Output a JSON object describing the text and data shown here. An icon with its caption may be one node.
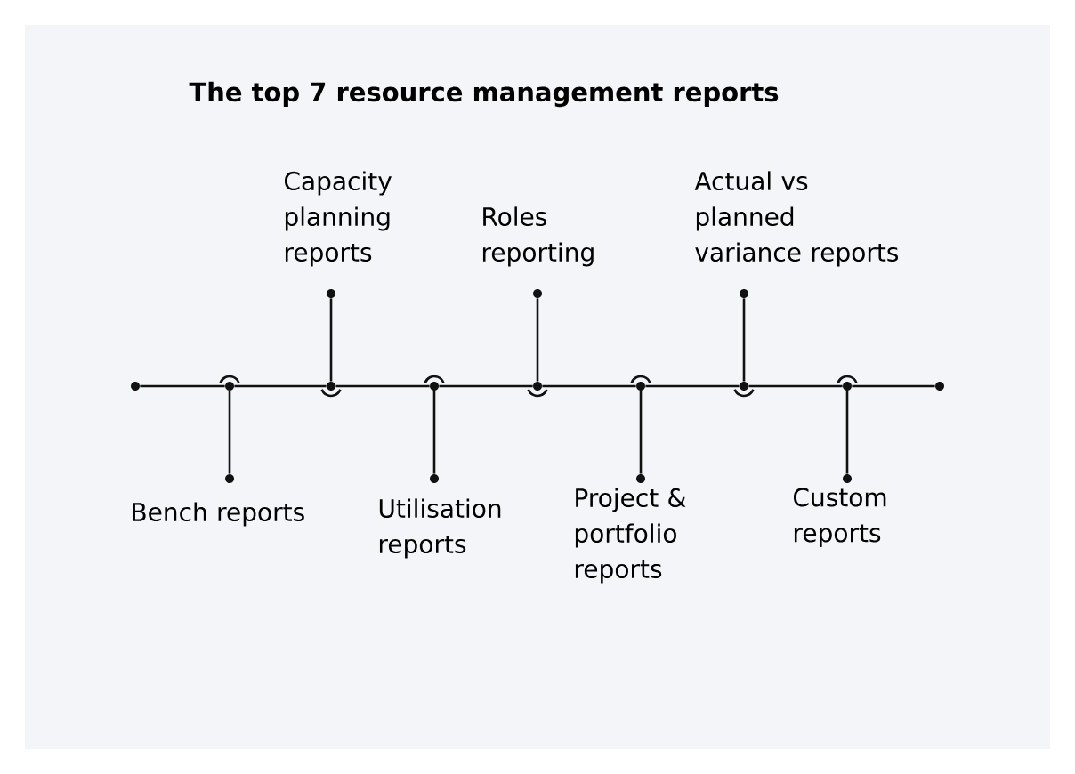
{
  "diagram": {
    "title": "The top 7 resource management reports",
    "nodes": [
      {
        "text": [],
        "shape": "circle"
      },
      {
        "text": [],
        "shape": "circle"
      },
      {
        "text": [],
        "shape": "circle"
      },
      {
        "text": [],
        "shape": "circle"
      },
      {
        "text": [],
        "shape": "circle"
      },
      {
        "text": [],
        "shape": "circle"
      },
      {
        "text": [],
        "shape": "circle"
      },
      {
        "text": [],
        "shape": "circle"
      },
      {
        "text": [],
        "shape": "circle"
      },
      {
        "text": [
          "Bench reports"
        ]
      },
      {
        "text": [
          "Capacity planning reports"
        ]
      },
      {
        "text": [
          "Utilisation reports"
        ]
      },
      {
        "text": [
          "Roles reporting"
        ]
      },
      {
        "text": [
          "Project & portfolio reports"
        ]
      },
      {
        "text": [
          "Actual vs planned variance reports"
        ]
      },
      {
        "text": [
          "Custom reports"
        ]
      },
      {
        "text": [],
        "shape": "circle"
      },
      {
        "text": [],
        "shape": "circle"
      },
      {
        "text": [],
        "shape": "circle"
      },
      {
        "text": [],
        "shape": "circle"
      },
      {
        "text": [],
        "shape": "circle"
      },
      {
        "text": [],
        "shape": "circle"
      },
      {
        "text": [],
        "shape": "circle"
      }
    ],
    "edges": [
      {
        "from": 0,
        "to": 1,
        "arrow": "none"
      },
      {
        "from": 1,
        "to": 2,
        "arrow": "none"
      },
      {
        "from": 2,
        "to": 3,
        "arrow": "none"
      },
      {
        "from": 3,
        "to": 4,
        "arrow": "none"
      },
      {
        "from": 4,
        "to": 5,
        "arrow": "none"
      },
      {
        "from": 5,
        "to": 6,
        "arrow": "none"
      },
      {
        "from": 6,
        "to": 7,
        "arrow": "none"
      },
      {
        "from": 7,
        "to": 8,
        "arrow": "none"
      },
      {
        "from": 16,
        "to": 1,
        "arrow": "none"
      },
      {
        "from": 17,
        "to": 2,
        "arrow": "none"
      },
      {
        "from": 18,
        "to": 3,
        "arrow": "none"
      },
      {
        "from": 19,
        "to": 4,
        "arrow": "none"
      },
      {
        "from": 20,
        "to": 5,
        "arrow": "none"
      },
      {
        "from": 21,
        "to": 6,
        "arrow": "none"
      },
      {
        "from": 22,
        "to": 7,
        "arrow": "none"
      }
    ]
  }
}
